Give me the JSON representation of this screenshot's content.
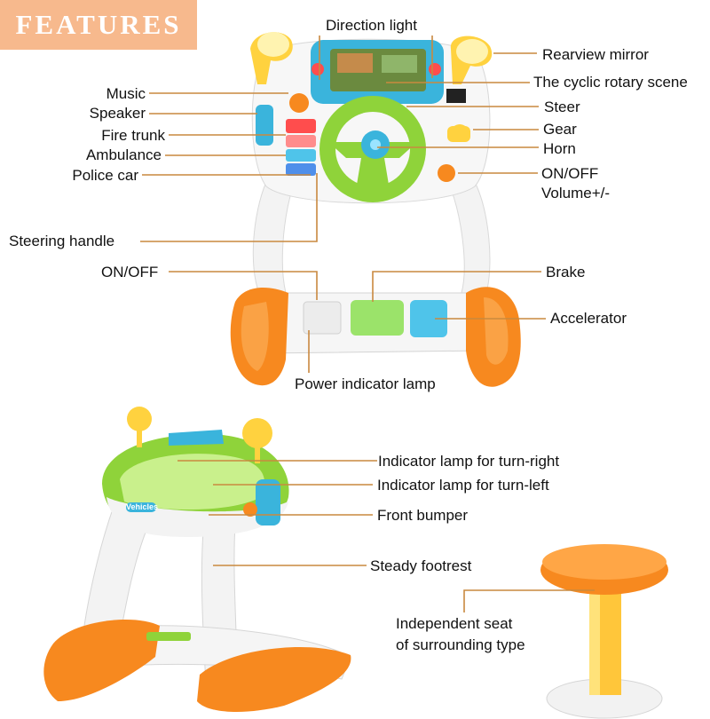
{
  "badge": {
    "text": "FEATURES",
    "color": "#f7b98d"
  },
  "colors": {
    "leader": "#c9893f",
    "orange": "#f7891f",
    "green": "#8fd33a",
    "white": "#f4f4f4",
    "yellow": "#ffd23f",
    "blue": "#3ab4dc"
  },
  "labels": {
    "direction_light": "Direction light",
    "rearview_mirror": "Rearview mirror",
    "rotary_scene": "The cyclic rotary scene",
    "music": "Music",
    "speaker": "Speaker",
    "steer": "Steer",
    "fire_trunk": "Fire trunk",
    "gear": "Gear",
    "ambulance": "Ambulance",
    "horn": "Horn",
    "police_car": "Police car",
    "on_off_volume_1": "ON/OFF",
    "on_off_volume_2": "Volume+/-",
    "steering_handle": "Steering handle",
    "on_off": "ON/OFF",
    "brake": "Brake",
    "accelerator": "Accelerator",
    "power_indicator": "Power indicator lamp",
    "turn_right": "Indicator lamp for turn-right",
    "turn_left": "Indicator lamp for turn-left",
    "front_bumper": "Front bumper",
    "steady_footrest": "Steady footrest",
    "seat_1": "Independent seat",
    "seat_2": "of surrounding type"
  },
  "product": {
    "badge_text": "Vehicles"
  }
}
